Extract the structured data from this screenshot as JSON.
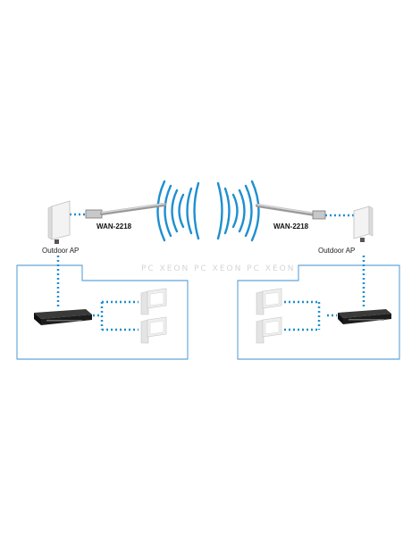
{
  "diagram": {
    "antenna_left_label": "WAN-2218",
    "antenna_right_label": "WAN-2218",
    "ap_left_label": "Outdoor AP",
    "ap_right_label": "Outdoor AP",
    "watermark": "PC XEON PC XEON PC XEON"
  },
  "colors": {
    "link": "#1e8fd0",
    "wave": "#1e8fd0",
    "box": "#3a8fd0",
    "switch": "#1c1c1c",
    "ap": "#f0f0f0"
  },
  "icons": {
    "switch": "network-switch-icon",
    "pc": "desktop-pc-icon",
    "ap": "outdoor-ap-icon",
    "antenna": "omni-antenna-icon",
    "wave": "wireless-signal-icon"
  }
}
